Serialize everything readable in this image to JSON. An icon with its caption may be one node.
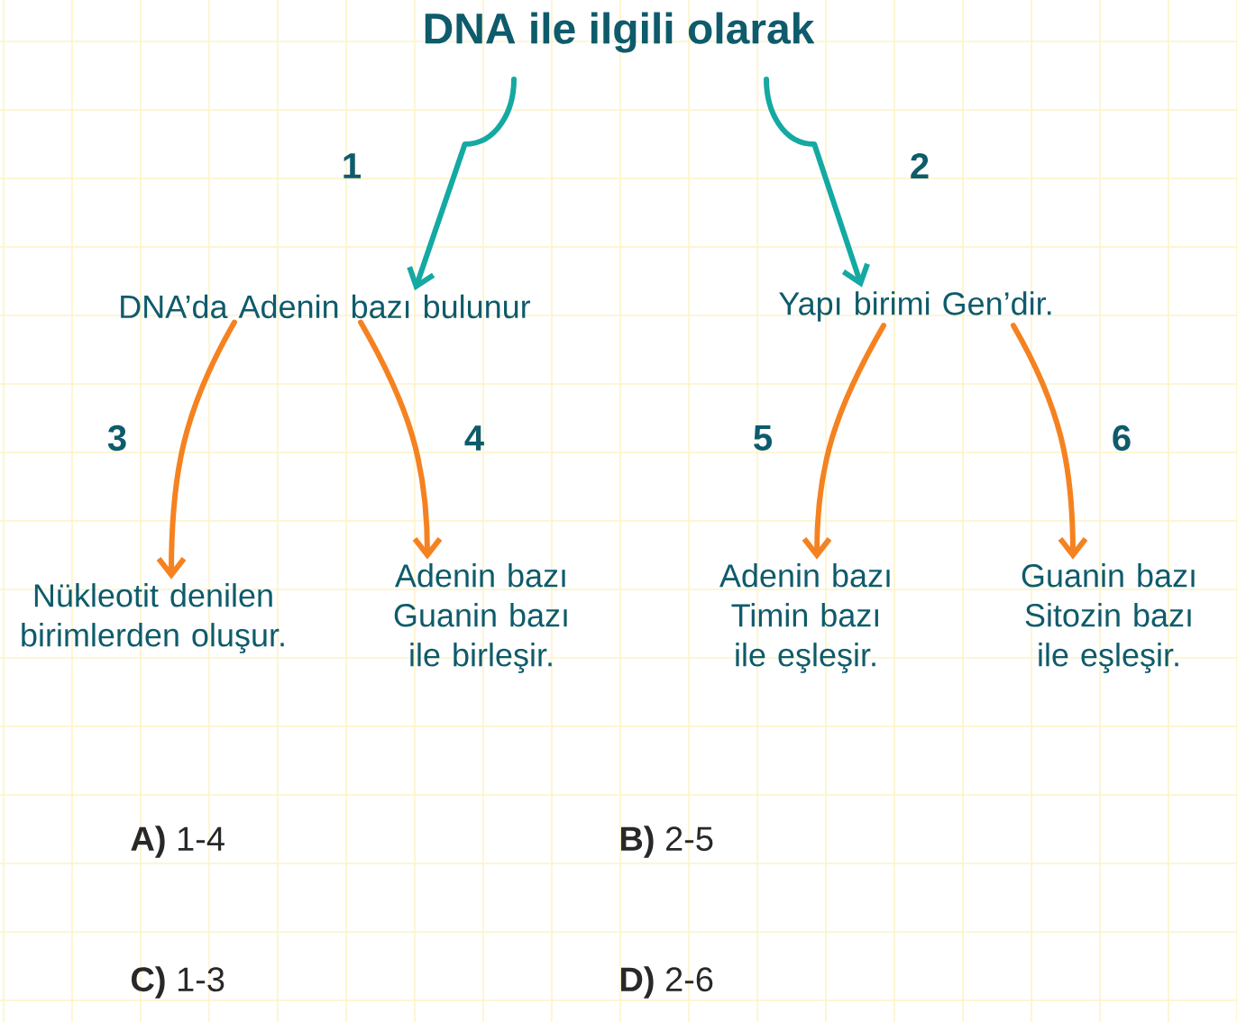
{
  "diagram": {
    "title": "DNA ile ilgili olarak",
    "nodes": [
      {
        "text": [
          "DNA’da Adenin bazı bulunur"
        ]
      },
      {
        "text": [
          "Yapı birimi Gen’dir."
        ]
      },
      {
        "text": [
          "Nükleotit denilen birimlerden oluşur."
        ]
      },
      {
        "text": [
          "Adenin bazı Guanin bazı ile birleşir."
        ]
      },
      {
        "text": [
          "Adenin bazı Timin bazı ile eşleşir."
        ]
      },
      {
        "text": [
          "Guanin bazı Sitozin bazı ile eşleşir."
        ]
      }
    ],
    "edges": [
      {
        "from": null,
        "to": 0,
        "arrow": "to",
        "label": "1",
        "color": "#14a9a2"
      },
      {
        "from": null,
        "to": 1,
        "arrow": "to",
        "label": "2",
        "color": "#14a9a2"
      },
      {
        "from": 0,
        "to": 2,
        "arrow": "to",
        "label": "3"
      },
      {
        "from": 0,
        "to": 3,
        "arrow": "to",
        "label": "4"
      },
      {
        "from": 1,
        "to": 4,
        "arrow": "to",
        "label": "5"
      },
      {
        "from": 1,
        "to": 5,
        "arrow": "to",
        "label": "6"
      }
    ],
    "labels": [
      "**A)** 1-4",
      "**B)** 2-5",
      "**C)** 1-3",
      "**D)** 2-6"
    ]
  }
}
